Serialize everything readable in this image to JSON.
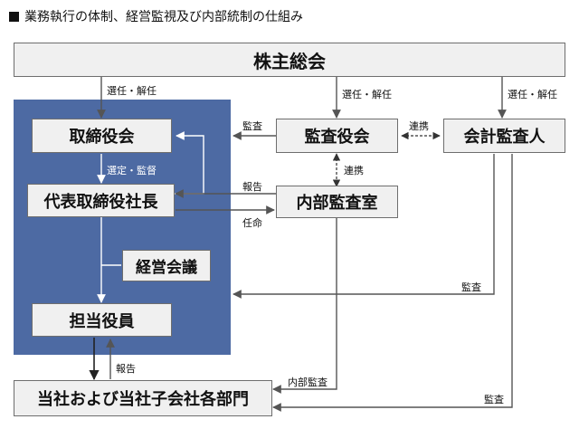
{
  "title": "業務執行の体制、経営監視及び内部統制の仕組み",
  "boxes": {
    "shareholders": "株主総会",
    "board": "取締役会",
    "president": "代表取締役社長",
    "management_meeting": "経営会議",
    "officers": "担当役員",
    "audit_board": "監査役会",
    "internal_audit": "内部監査室",
    "accounting_auditor": "会計監査人",
    "departments": "当社および当社子会社各部門"
  },
  "labels": {
    "elect_dismiss_1": "選任・解任",
    "elect_dismiss_2": "選任・解任",
    "elect_dismiss_3": "選任・解任",
    "audit_board_to_board": "監査",
    "coop_auditors": "連携",
    "coop_internal": "連携",
    "select_supervise": "選定・監督",
    "report_internal": "報告",
    "appoint": "任命",
    "audit_panel": "監査",
    "report_departments": "報告",
    "internal_audit_dept": "内部監査",
    "audit_dept": "監査"
  },
  "colors": {
    "panel": "#4d6aa3",
    "box_fill": "#f0f0f0",
    "line": "#555555"
  }
}
